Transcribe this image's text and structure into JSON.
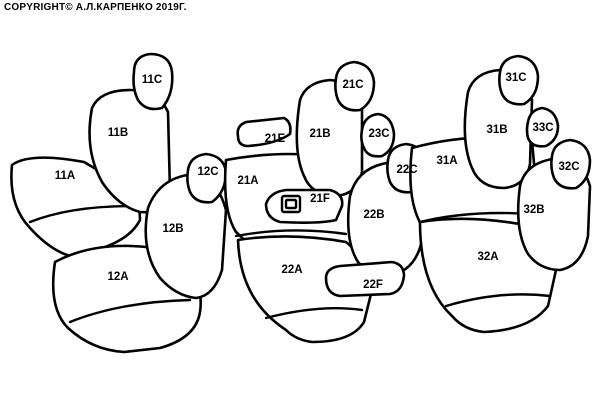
{
  "copyright": "COPYRIGHT© А.Л.КАРПЕНКО 2019Г.",
  "labels": {
    "l11A": "11A",
    "l11B": "11B",
    "l11C": "11C",
    "l12A": "12A",
    "l12B": "12B",
    "l12C": "12C",
    "l21A": "21A",
    "l21B": "21B",
    "l21C": "21C",
    "l21E": "21E",
    "l21F": "21F",
    "l22A": "22A",
    "l22B": "22B",
    "l22C": "22C",
    "l22F": "22F",
    "l23C": "23C",
    "l31A": "31A",
    "l31B": "31B",
    "l31C": "31C",
    "l32A": "32A",
    "l32B": "32B",
    "l32C": "32C",
    "l33C": "33C"
  }
}
